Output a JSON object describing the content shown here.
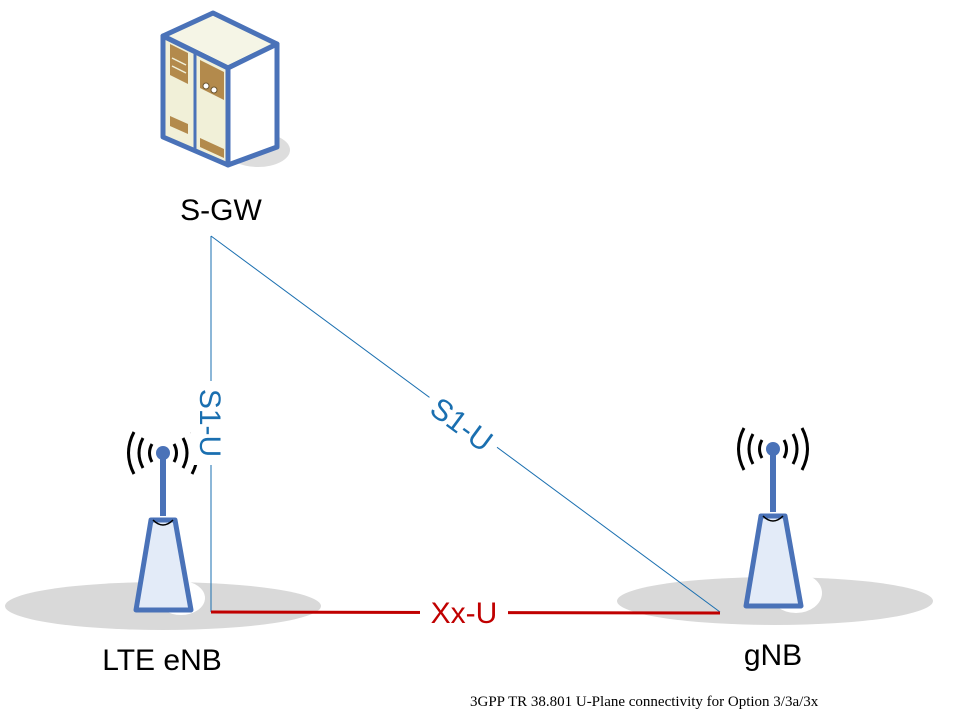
{
  "nodes": {
    "sgw": {
      "label": "S-GW"
    },
    "enb": {
      "label": "LTE eNB"
    },
    "gnb": {
      "label": "gNB"
    }
  },
  "links": {
    "s1u_enb": {
      "label": "S1-U",
      "color": "#1a6fb0"
    },
    "s1u_gnb": {
      "label": "S1-U",
      "color": "#1a6fb0"
    },
    "xxu": {
      "label": "Xx-U",
      "color": "#c00000"
    }
  },
  "caption": "3GPP TR 38.801 U-Plane connectivity for Option 3/3a/3x",
  "colors": {
    "device_outline": "#4a72b8",
    "device_fill": "#e3ebf8",
    "server_body": "#f1f0d8",
    "server_panel": "#b38a4c",
    "ground_shadow": "#d9d9d9"
  }
}
